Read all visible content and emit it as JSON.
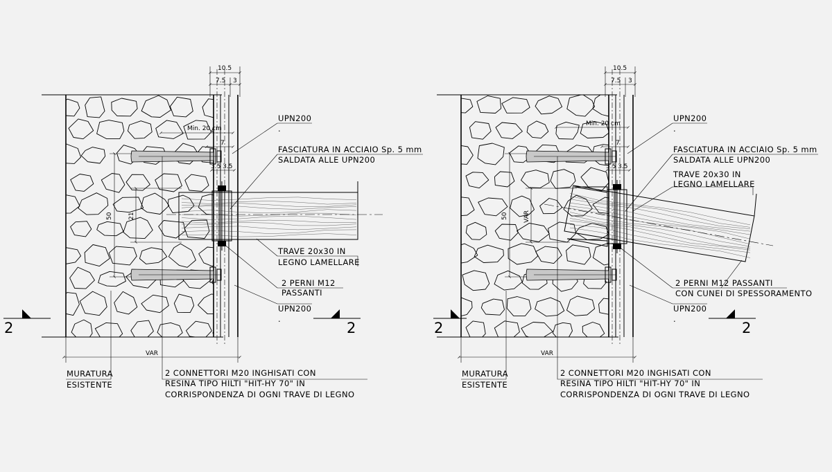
{
  "colors": {
    "background": "#f2f2f2",
    "line": "#000000",
    "bolt_fill": "#c8c8c8"
  },
  "details": [
    {
      "id": "left",
      "dims": {
        "top": "10.5",
        "a": "7.5",
        "b": "3",
        "min": "Min. 20 cm",
        "seven": "7",
        "small": "3.5 3.5",
        "height": "50",
        "beam_h": "21",
        "bottom": "VAR"
      },
      "labels": {
        "upn_top": "UPN200",
        "fasciatura_1": "FASCIATURA IN ACCIAIO Sp. 5 mm",
        "fasciatura_2": "SALDATA ALLE UPN200",
        "trave_1": "TRAVE 20x30 IN",
        "trave_2": "LEGNO LAMELLARE",
        "perni_1": "2 PERNI M12",
        "perni_2": "PASSANTI",
        "upn_bottom": "UPN200",
        "muratura_1": "MURATURA",
        "muratura_2": "ESISTENTE",
        "conn_1": "2 CONNETTORI M20 INGHISATI CON",
        "conn_2": "RESINA TIPO HILTI \"HIT-HY 70\" IN",
        "conn_3": "CORRISPONDENZA DI OGNI TRAVE DI LEGNO",
        "sec_left": "2",
        "sec_right": "2",
        "dot_top": ".",
        "dot_bottom": "."
      }
    },
    {
      "id": "right",
      "dims": {
        "top": "10.5",
        "a": "7.5",
        "b": "3",
        "min": "Min. 20 cm",
        "seven": "7",
        "small": "3.5 3.5",
        "height": "50",
        "beam_h": "VAR",
        "bottom": "VAR"
      },
      "labels": {
        "upn_top": "UPN200",
        "fasciatura_1": "FASCIATURA IN ACCIAIO Sp. 5 mm",
        "fasciatura_2": "SALDATA ALLE UPN200",
        "trave_1": "TRAVE 20x30 IN",
        "trave_2": "LEGNO LAMELLARE",
        "perni_1": "2 PERNI M12 PASSANTI",
        "perni_2": "CON CUNEI DI SPESSORAMENTO",
        "upn_bottom": "UPN200",
        "muratura_1": "MURATURA",
        "muratura_2": "ESISTENTE",
        "conn_1": "2 CONNETTORI M20 INGHISATI CON",
        "conn_2": "RESINA TIPO HILTI \"HIT-HY 70\" IN",
        "conn_3": "CORRISPONDENZA DI OGNI TRAVE DI LEGNO",
        "sec_left": "2",
        "sec_right": "2",
        "dot_top": ".",
        "dot_bottom": "."
      }
    }
  ]
}
